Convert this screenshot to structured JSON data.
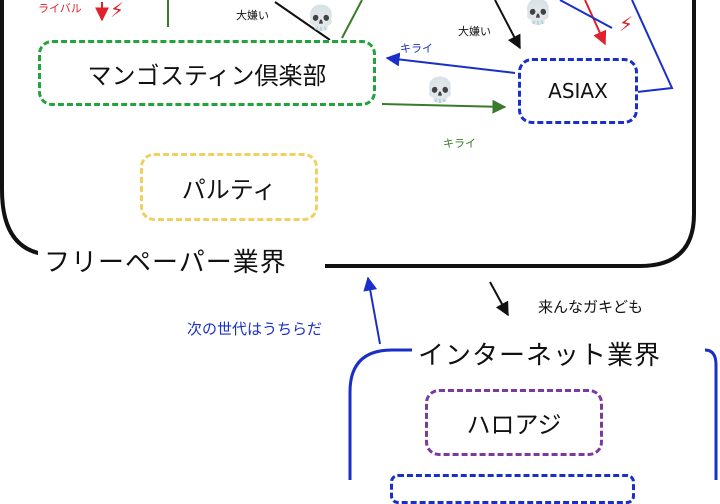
{
  "sections": {
    "freepaper": {
      "title": "フリーペーパー業界"
    },
    "internet": {
      "title": "インターネット業界"
    }
  },
  "nodes": {
    "mangosteen": {
      "label": "マンゴスティン倶楽部",
      "color": "#22a33c"
    },
    "asiax": {
      "label": "ASIAX",
      "color": "#1a2fc7"
    },
    "parute": {
      "label": "パルティ",
      "color": "#f0d060"
    },
    "haroaji": {
      "label": "ハロアジ",
      "color": "#7a3aa0"
    },
    "hidden_blue": {
      "label": "",
      "color": "#1a2fc7"
    }
  },
  "edge_labels": {
    "rival": "ライバル",
    "daikirai_left": "大嫌い",
    "daikirai_right": "大嫌い",
    "kirai_blue": "キライ",
    "kirai_green": "キライ",
    "next_generation": "次の世代はうちらだ",
    "kunna_gaki": "来んなガキども"
  },
  "colors": {
    "red": "#e0202a",
    "green": "#3a7a2a",
    "blue": "#1a2fc7",
    "black": "#111111"
  },
  "icons": [
    "skull-icon",
    "lightning-icon"
  ]
}
